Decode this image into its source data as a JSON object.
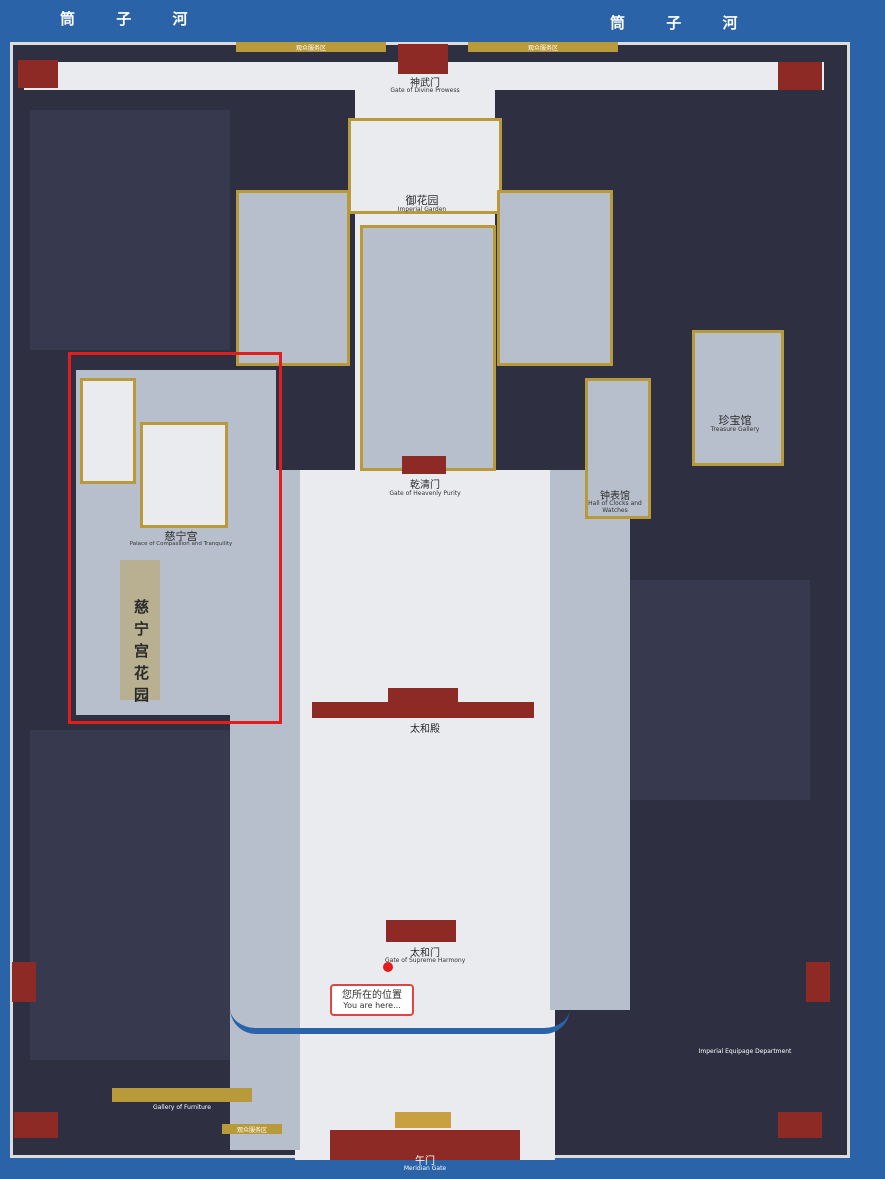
{
  "moat": {
    "left": "筒 子 河",
    "right": "筒 子 河"
  },
  "gates": {
    "north_cn": "神武门",
    "north_en": "Gate of Divine Prowess",
    "south_cn": "午门",
    "south_en": "Meridian Gate",
    "qianqing_cn": "乾清门",
    "qianqing_en": "Gate of Heavenly Purity",
    "taihe_cn": "太和门",
    "taihe_en": "Gate of Supreme Harmony"
  },
  "areas": {
    "imperial_garden_cn": "御花园",
    "imperial_garden_en": "Imperial Garden",
    "cining_palace_cn": "慈宁宫",
    "cining_palace_en": "Palace of Compassion and Tranquility",
    "cining_garden_cn": "慈宁宫花园",
    "treasure_cn": "珍宝馆",
    "treasure_en": "Treasure Gallery",
    "clocks_cn": "钟表馆",
    "clocks_en": "Hall of Clocks and Watches",
    "equipage_en": "Imperial Equipage Department",
    "furniture_en": "Gallery of Furniture",
    "taihe_hall_cn": "太和殿"
  },
  "you_are_here": {
    "cn": "您所在的位置",
    "en": "You are here..."
  },
  "service": {
    "top_left": "观众服务区",
    "top_right": "观众服务区",
    "bottom_left": "观众服务区"
  },
  "colors": {
    "moat": "#2a63a8",
    "wall": "#2e3042",
    "gold": "#b99a3a",
    "highlight": "#e31c1c"
  }
}
